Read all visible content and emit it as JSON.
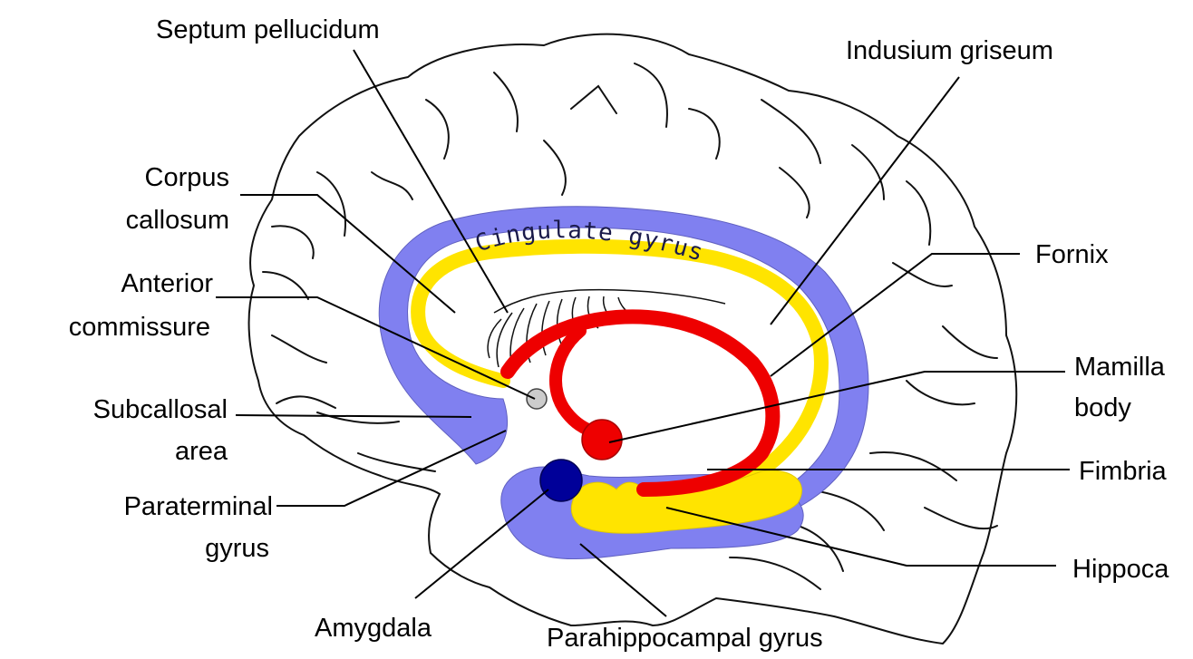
{
  "labels": {
    "septum_pellucidum": "Septum pellucidum",
    "indusium_griseum": "Indusium griseum",
    "corpus_callosum_1": "Corpus",
    "corpus_callosum_2": "callosum",
    "fornix": "Fornix",
    "anterior_commissure_1": "Anterior",
    "anterior_commissure_2": "commissure",
    "mamillary_body_1": "Mamilla",
    "mamillary_body_2": "body",
    "subcallosal_area_1": "Subcallosal",
    "subcallosal_area_2": "area",
    "fimbria": "Fimbria",
    "paraterminal_gyrus_1": "Paraterminal",
    "paraterminal_gyrus_2": "gyrus",
    "hippocampus": "Hippoca",
    "amygdala": "Amygdala",
    "parahippocampal_gyrus": "Parahippocampal gyrus",
    "cingulate_gyrus": "Cingulate gyrus"
  },
  "colors": {
    "cingulate_gyrus": "#8080f0",
    "parahippocampal_gyrus": "#8080f0",
    "indusium_griseum": "#ffe400",
    "hippocampus": "#ffe400",
    "fornix": "#ee0000",
    "mamillary_body": "#ee0000",
    "amygdala": "#000099",
    "anterior_commissure": "#cccccc",
    "outline": "#111111"
  }
}
